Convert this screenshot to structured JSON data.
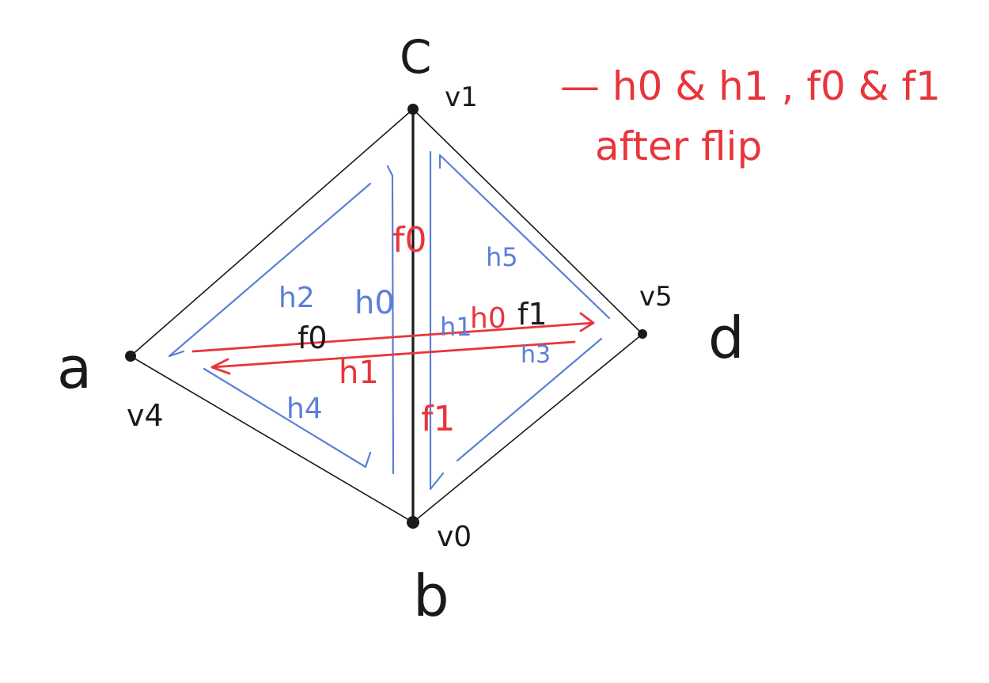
{
  "vertices": {
    "c": {
      "letter": "C",
      "tag": "v1"
    },
    "a": {
      "letter": "a",
      "tag": "v4"
    },
    "d": {
      "letter": "d",
      "tag": "v5"
    },
    "b": {
      "letter": "b",
      "tag": "v0"
    }
  },
  "blue_labels": {
    "h0": "h0",
    "h1": "h1",
    "h2": "h2",
    "h3": "h3",
    "h4": "h4",
    "h5": "h5"
  },
  "red_labels": {
    "f0_top": "f0",
    "f1_bottom": "f1",
    "h0_new": "h0",
    "h1_new": "h1"
  },
  "black_labels": {
    "f0": "f0",
    "f1": "f1"
  },
  "note": {
    "line1": "— h0 & h1 , f0 & f1",
    "line2": "after flip"
  },
  "colors": {
    "ink": "#1a1a1a",
    "blue": "#5b7fd6",
    "red": "#e8353b",
    "background": "#ffffff"
  }
}
